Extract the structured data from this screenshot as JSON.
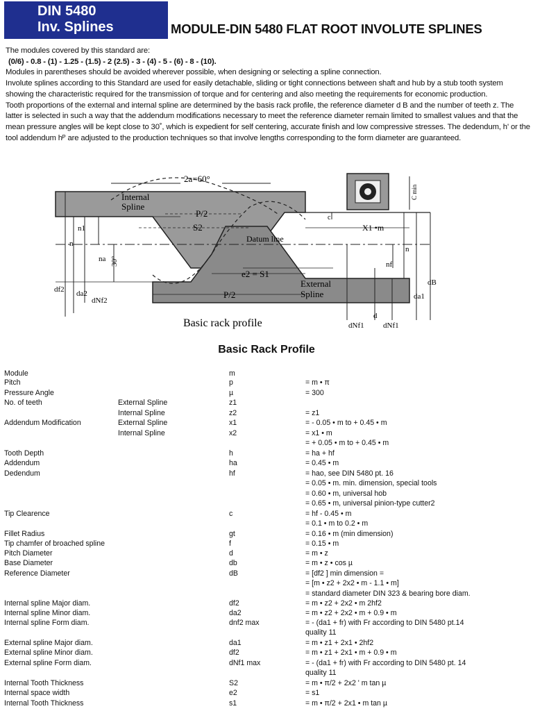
{
  "badge": {
    "line1": "DIN 5480",
    "line2": "Inv. Splines"
  },
  "title": "MODULE-DIN 5480 FLAT ROOT INVOLUTE SPLINES",
  "intro": {
    "p1": "The modules covered by this standard are:",
    "modules": "(0/6) - 0.8 - (1) - 1.25 - (1.5) - 2 (2.5) - 3 - (4) - 5 - (6) - 8 - (10).",
    "p2": "Modules in parentheses should be avoided wherever possible, when designing or selecting a spline connection.",
    "p3": "Involute splines according to this Standard are used for easily detachable, sliding or tight connections between shaft and hub by a stub tooth system showing the characteristic required for the transmission of torque and for centering and also meeting the requirements for economic production.",
    "p4": "Tooth proportions of the external and internal spline are determined by the basis rack profile, the reference diameter d B and the number of teeth z. The latter is selected in such a way that the addendum modifications necessary to meet the reference diameter remain limited to smallest values and that the mean pressure angles will be kept close to 30˚, which is expedient for self centering, accurate finish and low compressive stresses. The dedendum, h' or the tool addendum hᴾ are adjusted to the production techniques so that involve lengths corresponding to the form diameter are guaranteed."
  },
  "diagram": {
    "angle": "2a=60°",
    "internal_spline": [
      "Internal",
      "Spline"
    ],
    "external_spline": [
      "External",
      "Spline"
    ],
    "datum": "Datum line",
    "p2_top": "P/2",
    "s2": "S2",
    "e2s1": "e2 = S1",
    "p2_bottom": "P/2",
    "n1": "n1",
    "n": "n",
    "na": "na",
    "thirty": "30°",
    "df2": "df2",
    "da2": "da2",
    "dnf2": "dNf2",
    "x1m": "X1 •m",
    "nf": "nf",
    "dB": "dB",
    "da1": "da1",
    "dnf1a": "dNf1",
    "d": "d",
    "dnf1b": "dNf1",
    "cmin": "C min",
    "c": "c",
    "caption": "Basic rack profile"
  },
  "section_title": "Basic Rack Profile",
  "rows": [
    {
      "label": "Module",
      "sub": "",
      "sym": "m",
      "formula": ""
    },
    {
      "label": "Pitch",
      "sub": "",
      "sym": "p",
      "formula": "= m • π"
    },
    {
      "label": "Pressure Angle",
      "sub": "",
      "sym": "µ",
      "formula": "= 300"
    },
    {
      "label": "No. of teeth",
      "sub": "External Spline",
      "sym": "z1",
      "formula": ""
    },
    {
      "label": "",
      "sub": "Internal Spline",
      "sym": "z2",
      "formula": "= z1"
    },
    {
      "label": "Addendum Modification",
      "sub": "External Spline",
      "sym": "x1",
      "formula": "= - 0.05 • m to + 0.45 • m"
    },
    {
      "label": "",
      "sub": "Internal Spline",
      "sym": "x2",
      "formula": "= x1 • m"
    },
    {
      "label": "",
      "sub": "",
      "sym": "",
      "formula": "= + 0.05 • m to + 0.45 • m"
    },
    {
      "label": "Tooth Depth",
      "sub": "",
      "sym": "h",
      "formula": "= ha + hf"
    },
    {
      "label": "Addendum",
      "sub": "",
      "sym": "ha",
      "formula": "= 0.45 • m"
    },
    {
      "label": "Dedendum",
      "sub": "",
      "sym": "hf",
      "formula": "= hao, see DIN 5480 pt. 16"
    },
    {
      "label": "",
      "sub": "",
      "sym": "",
      "formula": "= 0.05 • m. min. dimension, special tools"
    },
    {
      "label": "",
      "sub": "",
      "sym": "",
      "formula": "= 0.60 • m, universal hob"
    },
    {
      "label": "",
      "sub": "",
      "sym": "",
      "formula": "= 0.65 • m, universal pinion-type cutter2"
    },
    {
      "label": "Tip Clearence",
      "sub": "",
      "sym": "c",
      "formula": "= hf - 0.45 • m"
    },
    {
      "label": "",
      "sub": "",
      "sym": "",
      "formula": "= 0.1 • m  to 0.2 • m"
    },
    {
      "label": "Fillet Radius",
      "sub": "",
      "sym": "gt",
      "formula": "= 0.16 • m (min dimension)"
    },
    {
      "label": "Tip chamfer of broached spline",
      "sub": "",
      "sym": "f",
      "formula": "= 0.15 • m"
    },
    {
      "label": "Pitch Diameter",
      "sub": "",
      "sym": "d",
      "formula": "= m • z"
    },
    {
      "label": "Base Diameter",
      "sub": "",
      "sym": "db",
      "formula": "= m • z • cos µ"
    },
    {
      "label": "Reference Diameter",
      "sub": "",
      "sym": "dB",
      "formula": "= [df2 ] min dimension ="
    },
    {
      "label": "",
      "sub": "",
      "sym": "",
      "formula": "= [m • z2 + 2x2 • m - 1.1 • m]"
    },
    {
      "label": "",
      "sub": "",
      "sym": "",
      "formula": "= standard diameter DIN 323 & bearing bore diam."
    },
    {
      "label": "Internal spline Major diam.",
      "sub": "",
      "sym": "df2",
      "formula": "=  m • z2 + 2x2 • m 2hf2"
    },
    {
      "label": "Internal spline Minor diam.",
      "sub": "",
      "sym": "da2",
      "formula": "=  m • z2 + 2x2 • m + 0.9 • m"
    },
    {
      "label": "Internal spline Form diam.",
      "sub": "",
      "sym": "dnf2 max",
      "formula": "=  - (da1 + fr) with Fr according to DIN 5480 pt.14"
    },
    {
      "label": "",
      "sub": "",
      "sym": "",
      "formula": "quality 11"
    },
    {
      "label": "External spline Major diam.",
      "sub": "",
      "sym": "da1",
      "formula": "= m • z1 + 2x1 •  2hf2"
    },
    {
      "label": "External spline Minor diam.",
      "sub": "",
      "sym": "df2",
      "formula": "= m • z1 + 2x1 • m + 0.9 • m"
    },
    {
      "label": "External spline Form diam.",
      "sub": "",
      "sym": "dNf1 max",
      "formula": "= - (da1 + fr) with Fr according to DIN 5480 pt. 14"
    },
    {
      "label": "",
      "sub": "",
      "sym": "",
      "formula": "quality 11"
    },
    {
      "label": "Internal Tooth Thickness",
      "sub": "",
      "sym": "S2",
      "formula": "= m • π/2 + 2x2 ' m tan µ"
    },
    {
      "label": "Internal space width",
      "sub": "",
      "sym": "e2",
      "formula": "= s1"
    },
    {
      "label": "Internal Tooth Thickness",
      "sub": "",
      "sym": "s1",
      "formula": "= m • π/2 + 2x1 • m tan µ"
    }
  ]
}
